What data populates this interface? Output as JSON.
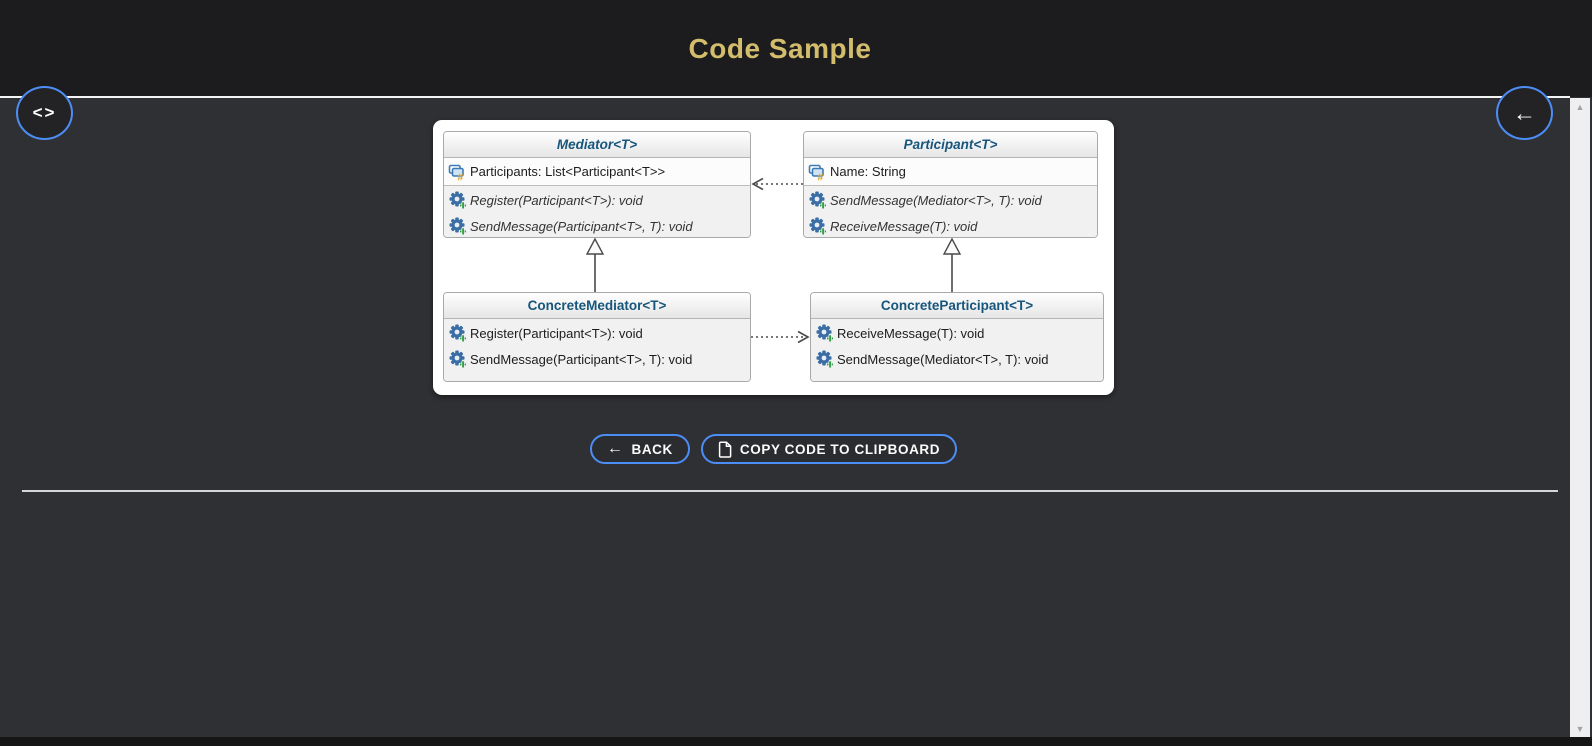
{
  "header": {
    "title": "Code Sample"
  },
  "floating_buttons": {
    "code_panel_icon": "<>",
    "back_arrow_icon": "←"
  },
  "diagram": {
    "classes": [
      {
        "name": "Mediator<T>",
        "stereotype": "abstract",
        "fields": [
          "Participants: List<Participant<T>>"
        ],
        "methods": [
          "Register(Participant<T>): void",
          "SendMessage(Participant<T>, T): void"
        ]
      },
      {
        "name": "Participant<T>",
        "stereotype": "abstract",
        "fields": [
          "Name: String"
        ],
        "methods": [
          "SendMessage(Mediator<T>, T): void",
          "ReceiveMessage(T): void"
        ]
      },
      {
        "name": "ConcreteMediator<T>",
        "stereotype": "concrete",
        "fields": [],
        "methods": [
          "Register(Participant<T>): void",
          "SendMessage(Participant<T>, T): void"
        ]
      },
      {
        "name": "ConcreteParticipant<T>",
        "stereotype": "concrete",
        "fields": [],
        "methods": [
          "ReceiveMessage(T): void",
          "SendMessage(Mediator<T>, T): void"
        ]
      }
    ],
    "relations": [
      "ConcreteMediator<T> --|> Mediator<T>",
      "ConcreteParticipant<T> --|> Participant<T>",
      "Participant<T> ..> Mediator<T>",
      "ConcreteMediator<T> ..> ConcreteParticipant<T>"
    ]
  },
  "toolbar": {
    "back_label": "BACK",
    "back_icon": "←",
    "copy_label": "COPY CODE TO CLIPBOARD"
  },
  "scrollbar": {
    "up_icon": "▲",
    "down_icon": "▼"
  },
  "colors": {
    "title_gold": "#d3bd6d",
    "accent_blue": "#4c8df6",
    "class_name_blue": "#17567c",
    "header_bg": "#1c1c1e",
    "content_bg": "#2f3033"
  }
}
